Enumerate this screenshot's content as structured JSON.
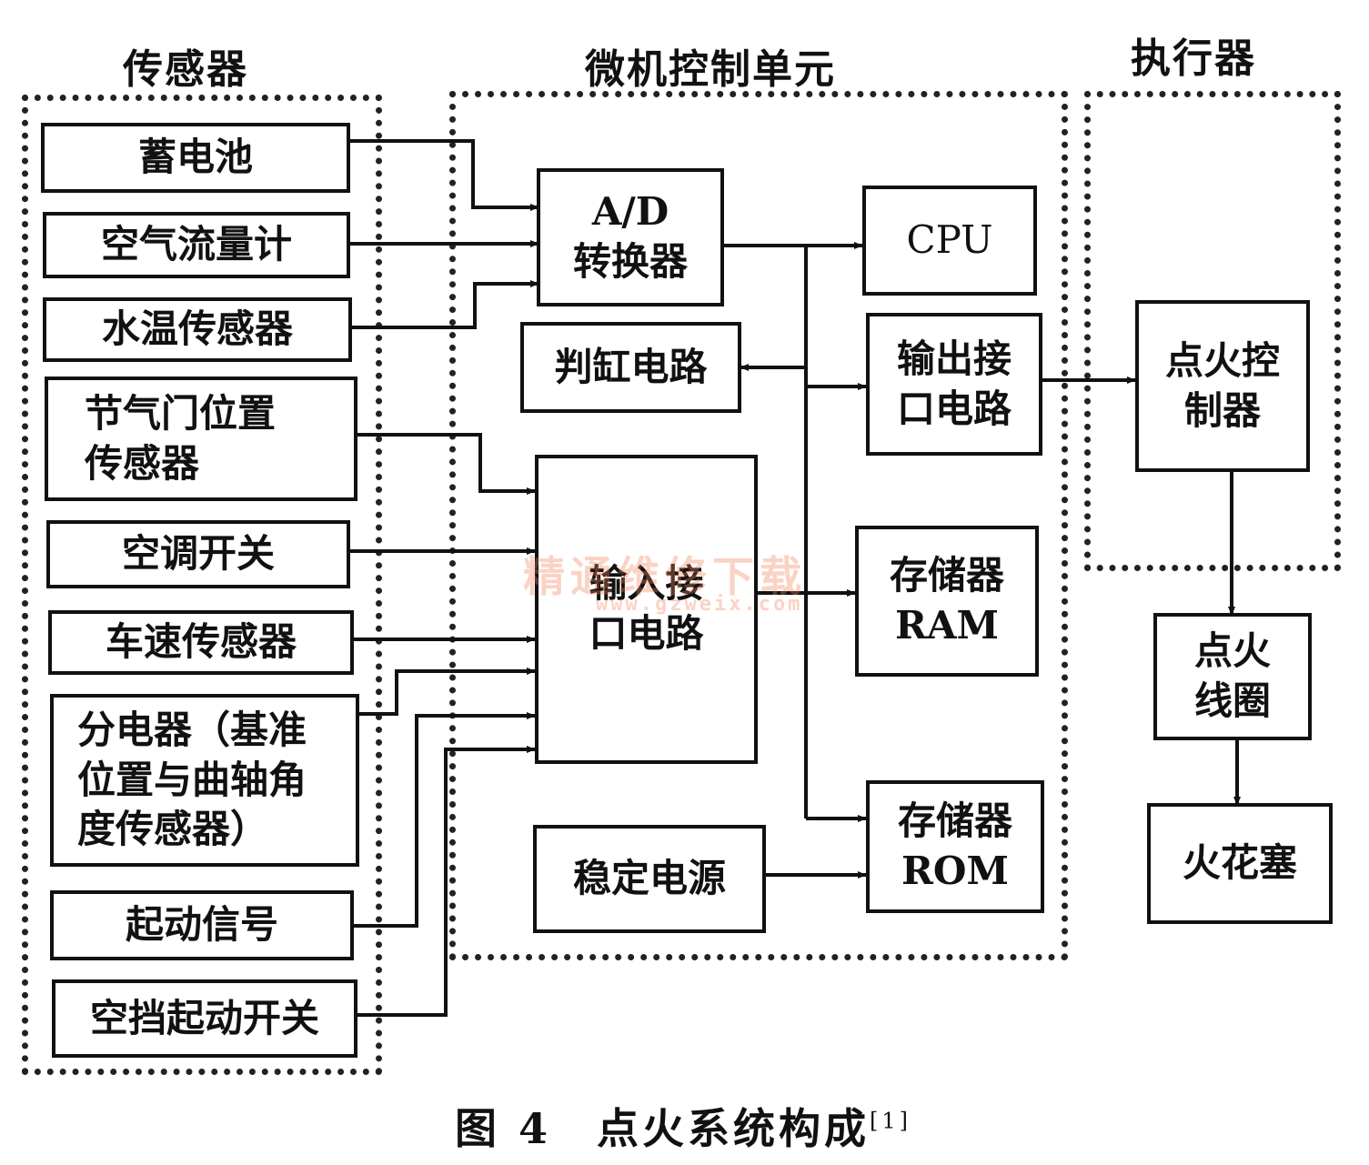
{
  "headers": {
    "sensors": "传感器",
    "ecu": "微机控制单元",
    "actuators": "执行器"
  },
  "sensors": {
    "battery": "蓄电池",
    "airflow": "空气流量计",
    "water_temp": "水温传感器",
    "throttle": [
      "节气门位置",
      "传感器"
    ],
    "ac_switch": "空调开关",
    "speed": "车速传感器",
    "distributor": [
      "分电器（基准",
      "位置与曲轴角",
      "度传感器）"
    ],
    "start_signal": "起动信号",
    "neutral_switch": "空挡起动开关"
  },
  "ecu": {
    "adc": [
      "A/D",
      "转换器"
    ],
    "cylinder": "判缸电路",
    "input_if": [
      "输入接",
      "口电路"
    ],
    "power": "稳定电源",
    "cpu": "CPU",
    "output_if": [
      "输出接",
      "口电路"
    ],
    "ram": [
      "存储器",
      "RAM"
    ],
    "rom": [
      "存储器",
      "ROM"
    ]
  },
  "actuators": {
    "igniter": [
      "点火控",
      "制器"
    ],
    "coil": [
      "点火",
      "线圈"
    ],
    "plug": "火花塞"
  },
  "caption": {
    "text": "图 4　点火系统构成",
    "ref": "[1]"
  },
  "watermark": {
    "text": "精通维修下载",
    "url": "www.gzweix.com"
  }
}
